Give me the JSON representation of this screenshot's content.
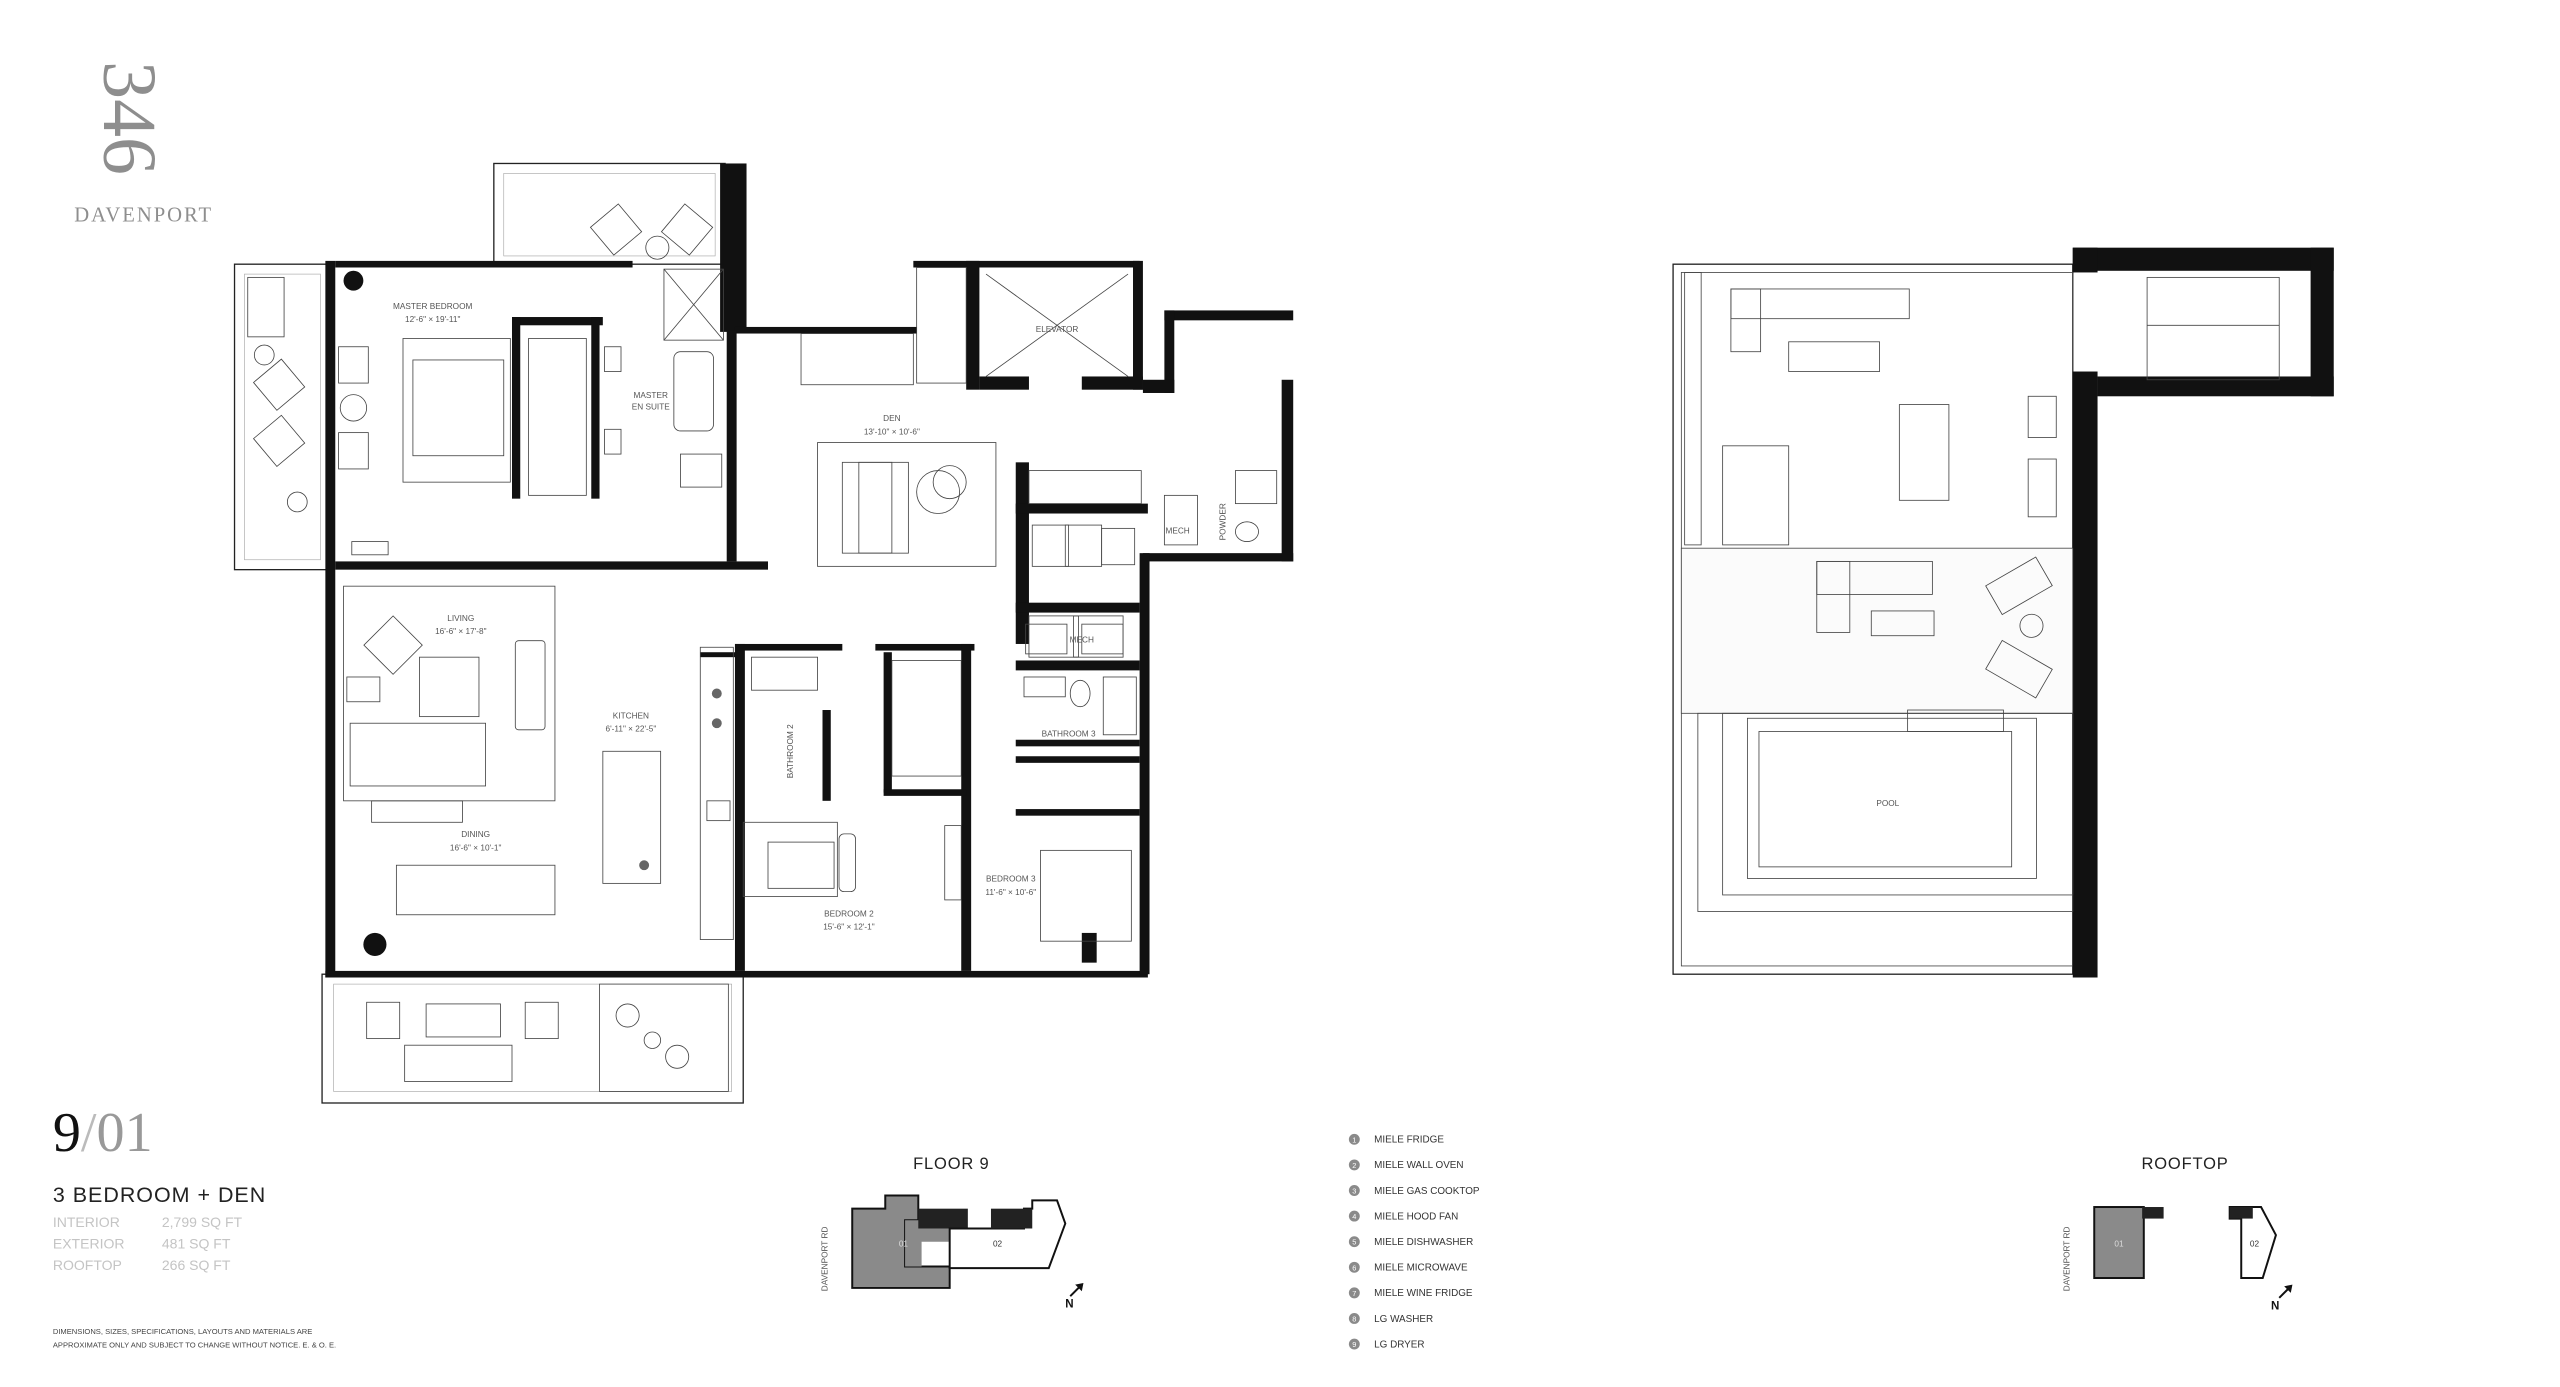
{
  "logo": {
    "number": "346",
    "name": "DAVENPORT",
    "color": "#8e8e8e"
  },
  "unit": {
    "floor": "9",
    "separator": "/",
    "suite": "01",
    "type": "3 BEDROOM + DEN",
    "areas": [
      {
        "label": "INTERIOR",
        "value": "2,799 SQ FT"
      },
      {
        "label": "EXTERIOR",
        "value": "481 SQ FT"
      },
      {
        "label": "ROOFTOP",
        "value": "266 SQ FT"
      }
    ],
    "disclaimer": [
      "DIMENSIONS, SIZES, SPECIFICATIONS, LAYOUTS AND MATERIALS ARE",
      "APPROXIMATE ONLY AND SUBJECT TO CHANGE WITHOUT NOTICE. E. & O. E."
    ]
  },
  "rooms": {
    "master_bedroom": {
      "name": "MASTER BEDROOM",
      "dims": "12'-6\" × 19'-11\""
    },
    "master_ensuite": {
      "name": [
        "MASTER",
        "EN SUITE"
      ]
    },
    "elevator": {
      "name": "ELEVATOR"
    },
    "den": {
      "name": "DEN",
      "dims": "13'-10\" × 10'-6\""
    },
    "mech1": {
      "name": "MECH"
    },
    "powder": {
      "name": "POWDER"
    },
    "mech2": {
      "name": "MECH"
    },
    "living": {
      "name": "LIVING",
      "dims": "16'-6\" × 17'-8\""
    },
    "kitchen": {
      "name": "KITCHEN",
      "dims": "6'-11\" × 22'-5\""
    },
    "dining": {
      "name": "DINING",
      "dims": "16'-6\" × 10'-1\""
    },
    "bathroom2": {
      "name": "BATHROOM 2"
    },
    "bathroom3": {
      "name": "BATHROOM 3"
    },
    "bedroom2": {
      "name": "BEDROOM 2",
      "dims": "15'-6\" × 12'-1\""
    },
    "bedroom3": {
      "name": "BEDROOM 3",
      "dims": "11'-6\" × 10'-6\""
    },
    "pool": {
      "name": "POOL"
    }
  },
  "legend": [
    {
      "num": "1",
      "label": "MIELE FRIDGE"
    },
    {
      "num": "2",
      "label": "MIELE WALL OVEN"
    },
    {
      "num": "3",
      "label": "MIELE GAS COOKTOP"
    },
    {
      "num": "4",
      "label": "MIELE HOOD FAN"
    },
    {
      "num": "5",
      "label": "MIELE DISHWASHER"
    },
    {
      "num": "6",
      "label": "MIELE MICROWAVE"
    },
    {
      "num": "7",
      "label": "MIELE WINE FRIDGE"
    },
    {
      "num": "8",
      "label": "LG WASHER"
    },
    {
      "num": "9",
      "label": "LG DRYER"
    }
  ],
  "keyplans": {
    "floor": {
      "title": "FLOOR 9",
      "street": "DAVENPORT RD",
      "units": [
        "01",
        "02"
      ],
      "north": "N"
    },
    "rooftop": {
      "title": "ROOFTOP",
      "street": "DAVENPORT RD",
      "units": [
        "01",
        "02"
      ],
      "north": "N"
    },
    "highlight_color": "#8a8a8a"
  }
}
